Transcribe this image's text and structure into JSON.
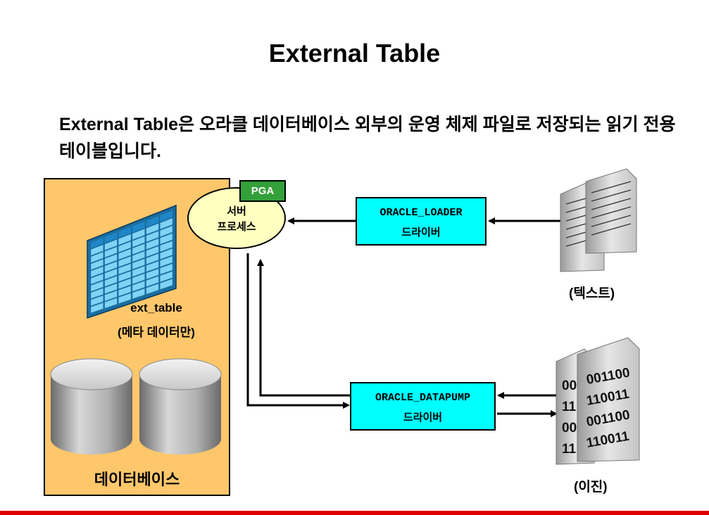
{
  "title": "External Table",
  "subtitle": "External Table은 오라클 데이터베이스 외부의 운영 체제 파일로 저장되는 읽기 전용 테이블입니다.",
  "database_panel": {
    "table_name": "ext_table",
    "table_note": "(메타 데이터만)",
    "label": "데이터베이스"
  },
  "server_process": {
    "line1": "서버",
    "line2": "프로세스",
    "pga": "PGA"
  },
  "drivers": {
    "loader": {
      "name": "ORACLE_LOADER",
      "sub": "드라이버"
    },
    "datapump": {
      "name": "ORACLE_DATAPUMP",
      "sub": "드라이버"
    }
  },
  "files": {
    "text_label": "(텍스트)",
    "binary_label": "(이진)",
    "binary_rows": [
      "00 001100",
      "11 110011",
      "00 001100",
      "11 110011"
    ]
  },
  "colors": {
    "panel": "#ffc76b",
    "driver": "#00ffff",
    "pga": "#33a03a",
    "server": "#ffffc0",
    "table_cell": "#7fd3f5",
    "accent_line": "#e00000"
  }
}
